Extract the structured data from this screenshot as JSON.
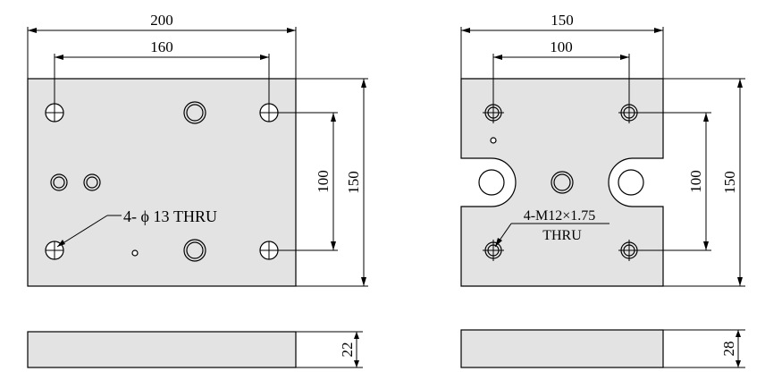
{
  "left_part": {
    "dims": {
      "width_overall": "200",
      "hole_spacing_x": "160",
      "hole_spacing_y": "100",
      "height_overall": "150",
      "thickness": "22"
    },
    "hole_note": "4- ϕ 13 THRU"
  },
  "right_part": {
    "dims": {
      "width_overall": "150",
      "hole_spacing_x": "100",
      "hole_spacing_y": "100",
      "height_overall": "150",
      "thickness": "28"
    },
    "thread_note_line1": "4-M12×1.75",
    "thread_note_line2": "THRU"
  },
  "colors": {
    "part_fill": "#e3e3e3",
    "line": "#000000"
  }
}
